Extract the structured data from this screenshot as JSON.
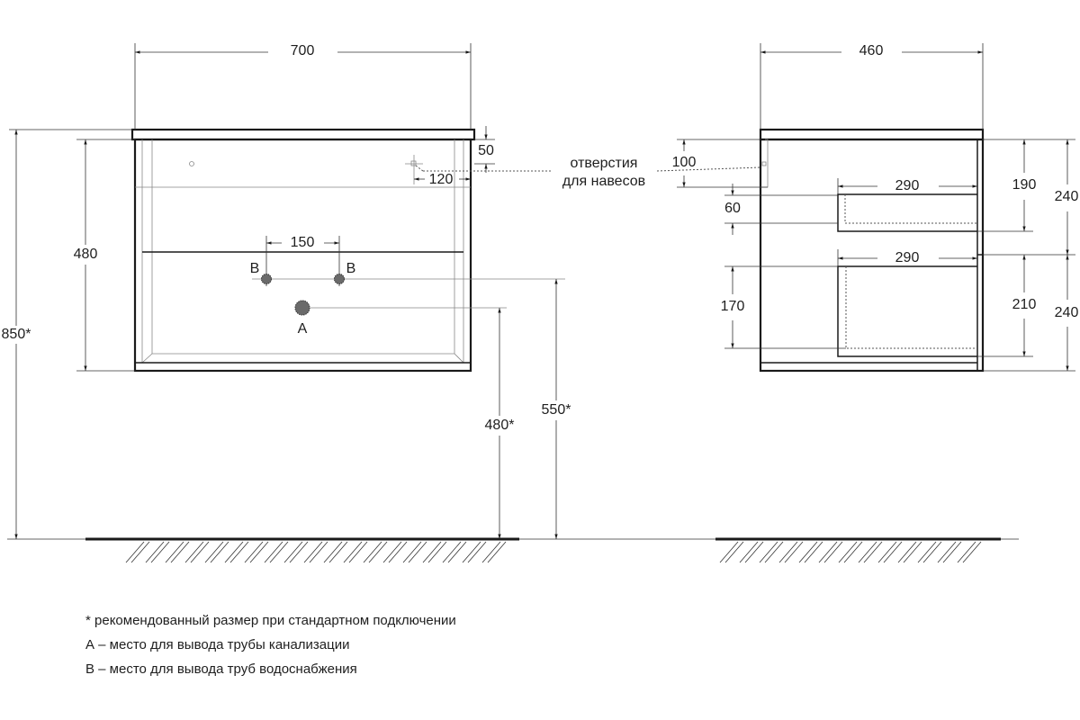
{
  "front_view": {
    "width": "700",
    "total_height": "850*",
    "body_height": "480",
    "top_offset": "50",
    "hole_offset": "120",
    "pipe_spacing": "150",
    "label_b_left": "B",
    "label_b_right": "B",
    "label_a": "A",
    "drain_height": "480*",
    "water_height": "550*"
  },
  "callout": {
    "line1": "отверстия",
    "line2": "для навесов"
  },
  "side_view": {
    "depth": "460",
    "hole_height": "100",
    "shelf1_height": "60",
    "shelf2_height": "170",
    "shelf1_depth": "290",
    "shelf2_depth": "290",
    "drawer1_inner": "190",
    "drawer2_inner": "210",
    "drawer1_height": "240",
    "drawer2_height": "240"
  },
  "notes": [
    "* рекомендованный размер при стандартном подключении",
    "А – место для вывода трубы канализации",
    "В – место для вывода труб водоснабжения"
  ]
}
